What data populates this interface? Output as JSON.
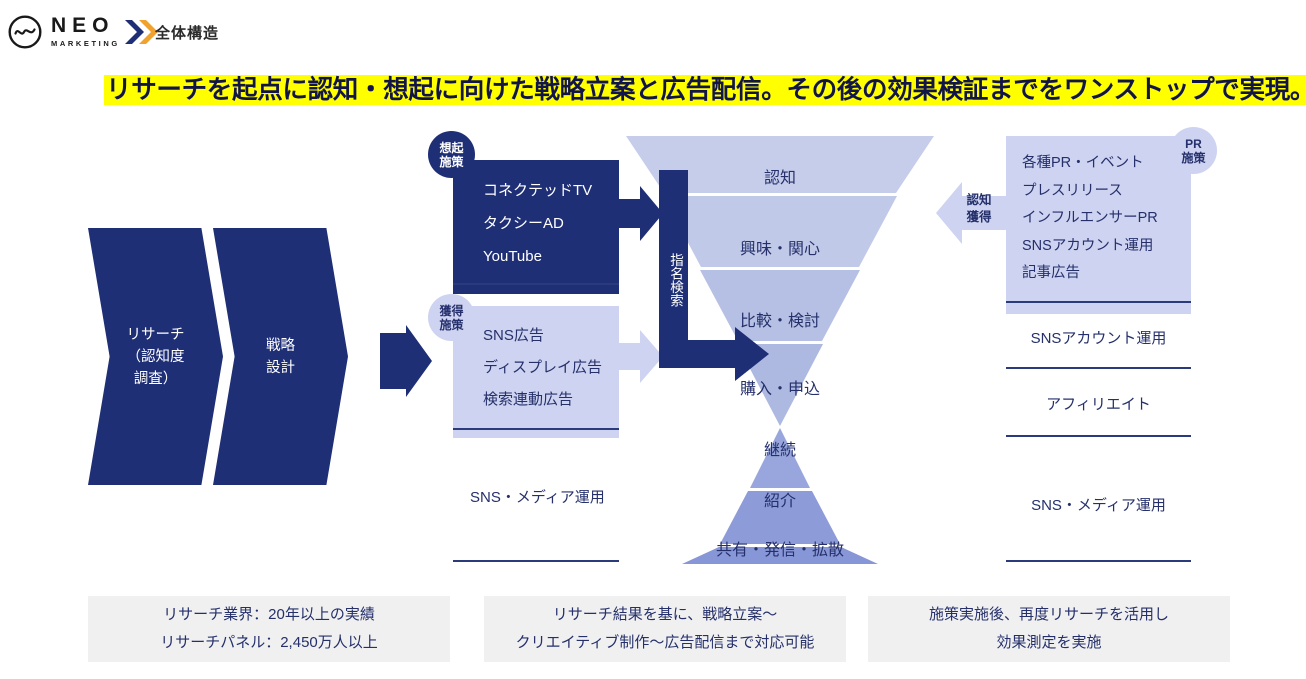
{
  "header": {
    "logo": {
      "name": "NEO",
      "sub": "MARKETING",
      "mark": "wave-circle-icon"
    },
    "title": "全体構造"
  },
  "headline": "リサーチを起点に認知・想起に向けた戦略立案と広告配信。その後の効果検証までをワンストップで実現。",
  "process": {
    "steps": [
      {
        "lines": [
          "リサーチ",
          "（認知度",
          "調査）"
        ]
      },
      {
        "lines": [
          "戦略",
          "設計"
        ]
      }
    ],
    "arrow": "right-arrow-icon"
  },
  "measures": {
    "souki": {
      "badge": [
        "想起",
        "施策"
      ],
      "items": [
        "コネクテッドTV",
        "タクシーAD",
        "YouTube"
      ],
      "arrow": "right-arrow-icon"
    },
    "kakutoku": {
      "badge": [
        "獲得",
        "施策"
      ],
      "items": [
        "SNS広告",
        "ディスプレイ広告",
        "検索連動広告"
      ],
      "arrow": "right-arrow-icon"
    },
    "left_standalone": "SNS・メディア運用"
  },
  "funnel": {
    "upper": [
      {
        "label": "認知"
      },
      {
        "label": "興味・関心"
      },
      {
        "label": "比較・検討"
      },
      {
        "label": "購入・申込"
      }
    ],
    "lower": [
      {
        "label": "継続"
      },
      {
        "label": "紹介"
      },
      {
        "label": "共有・発信・拡散"
      }
    ],
    "branded_search": "指名検索"
  },
  "right": {
    "pr": {
      "badge": [
        "PR",
        "施策"
      ],
      "items": [
        "各種PR・イベント",
        "プレスリリース",
        "インフルエンサーPR",
        "SNSアカウント運用",
        "記事広告"
      ],
      "arrow_label": [
        "認知",
        "獲得"
      ]
    },
    "items": [
      "SNSアカウント運用",
      "アフィリエイト",
      "SNS・メディア運用"
    ]
  },
  "bottom_cards": [
    {
      "lines": [
        "リサーチ業界：20年以上の実績",
        "リサーチパネル：2,450万人以上"
      ]
    },
    {
      "lines": [
        "リサーチ結果を基に、戦略立案〜",
        "クリエイティブ制作〜広告配信まで対応可能"
      ]
    },
    {
      "lines": [
        "施策実施後、再度リサーチを活用し",
        "効果測定を実施"
      ]
    }
  ],
  "colors": {
    "navy": "#1f2f76",
    "navy_text": "#25306b",
    "light_blue": "#cdd3f0",
    "funnel_1": "#c6cdeb",
    "funnel_2": "#c0c9e8",
    "funnel_3": "#b6c0e4",
    "funnel_4": "#adb9e0",
    "funnel_5": "#98a6dd",
    "funnel_6": "#8d9cd9",
    "funnel_7": "#8796d6",
    "highlight": "#ffff00",
    "card_bg": "#f0f0f0",
    "accent_orange": "#f0a12e"
  }
}
